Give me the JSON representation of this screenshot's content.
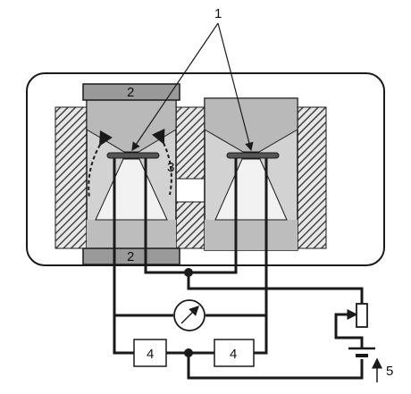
{
  "labels": {
    "heater_element": "1",
    "end_plate_top": "2",
    "end_plate_bottom": "2",
    "flow_arrow": "3",
    "amplifier_left": "4",
    "amplifier_right": "4",
    "current_source": "5"
  },
  "colors": {
    "ink": "#1a1a1a",
    "fill_gray": "#cfcfcf",
    "fill_dark": "#9a9a9a",
    "hatch": "#444444"
  },
  "icons": {
    "meter": "galvanometer-icon",
    "resistor": "variable-resistor-icon",
    "battery": "battery-icon"
  }
}
